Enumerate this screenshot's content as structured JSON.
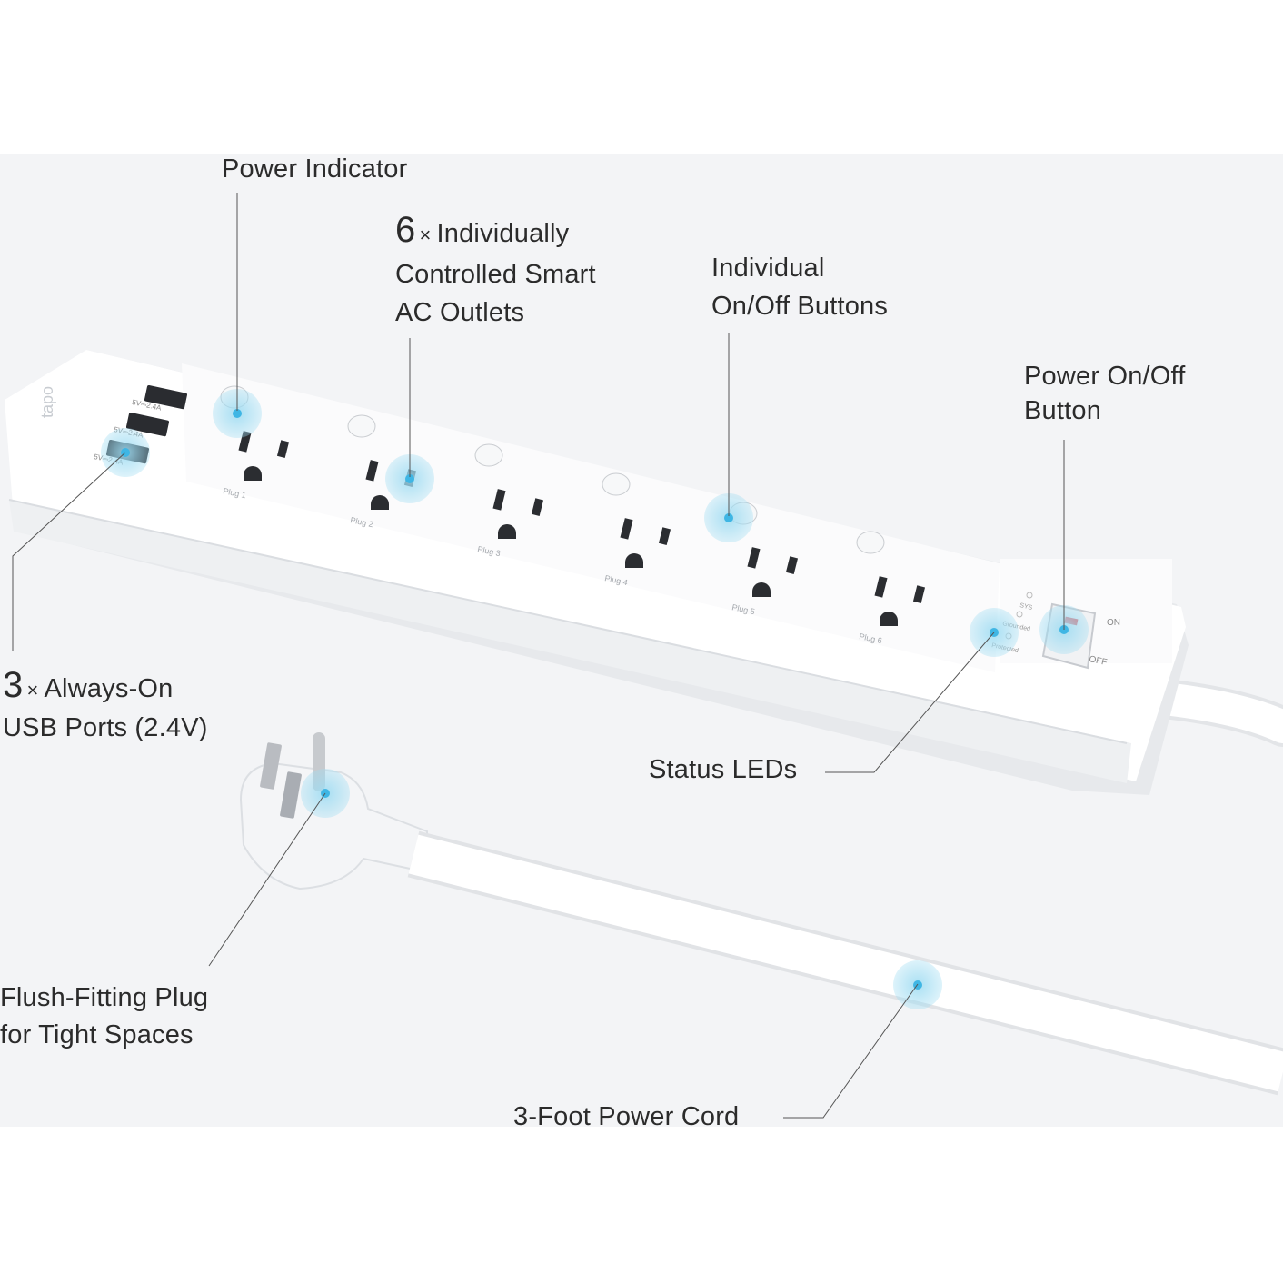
{
  "callouts": {
    "power_indicator": "Power Indicator",
    "outlets": {
      "count": "6",
      "line1": "Individually",
      "line2": "Controlled Smart",
      "line3": "AC Outlets"
    },
    "individual_buttons": {
      "line1": "Individual",
      "line2": "On/Off Buttons"
    },
    "power_button": {
      "line1": "Power On/Off",
      "line2": "Button"
    },
    "usb_ports": {
      "count": "3",
      "line1": "Always-On",
      "line2": "USB Ports (2.4V)"
    },
    "status_leds": "Status LEDs",
    "flush_plug": {
      "line1": "Flush-Fitting Plug",
      "line2": "for Tight Spaces"
    },
    "power_cord": "3-Foot Power Cord"
  },
  "device": {
    "brand": "tapo",
    "usb_rating": "5V⎓2.4A",
    "plug_labels": [
      "Plug 1",
      "Plug 2",
      "Plug 3",
      "Plug 4",
      "Plug 5",
      "Plug 6"
    ],
    "led_labels": [
      "SYS",
      "Grounded",
      "Protected"
    ],
    "switch_on": "ON",
    "switch_off": "OFF"
  },
  "colors": {
    "background": "#f3f4f6",
    "device": "#ffffff",
    "highlight": "#9fdcf2",
    "dot": "#3fb6e4",
    "text": "#2b2b2b",
    "leader": "#555555"
  }
}
